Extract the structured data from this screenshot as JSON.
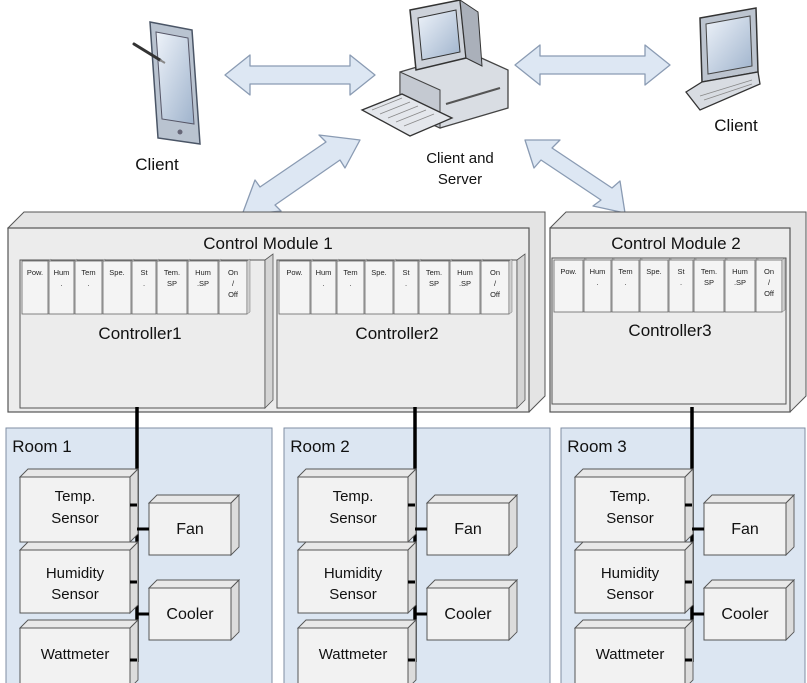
{
  "clients": {
    "tablet_label": "Client",
    "server_label_line1": "Client and",
    "server_label_line2": "Server",
    "laptop_label": "Client"
  },
  "modules": [
    {
      "title": "Control Module 1",
      "controllers": [
        {
          "name": "Controller1",
          "channels": [
            [
              "Pow."
            ],
            [
              "Hum",
              "."
            ],
            [
              "Tem",
              "."
            ],
            [
              "Spe."
            ],
            [
              "St",
              "."
            ],
            [
              "Tem.",
              "SP"
            ],
            [
              "Hum",
              ".SP"
            ],
            [
              "On",
              "/",
              "Off"
            ]
          ]
        },
        {
          "name": "Controller2",
          "channels": [
            [
              "Pow."
            ],
            [
              "Hum",
              "."
            ],
            [
              "Tem",
              "."
            ],
            [
              "Spe."
            ],
            [
              "St",
              "."
            ],
            [
              "Tem.",
              "SP"
            ],
            [
              "Hum",
              ".SP"
            ],
            [
              "On",
              "/",
              "Off"
            ]
          ]
        }
      ]
    },
    {
      "title": "Control Module 2",
      "controllers": [
        {
          "name": "Controller3",
          "channels": [
            [
              "Pow."
            ],
            [
              "Hum",
              "."
            ],
            [
              "Tem",
              "."
            ],
            [
              "Spe."
            ],
            [
              "St",
              "."
            ],
            [
              "Tem.",
              "SP"
            ],
            [
              "Hum",
              ".SP"
            ],
            [
              "On",
              "/",
              "Off"
            ]
          ]
        }
      ]
    }
  ],
  "rooms": [
    {
      "title": "Room 1",
      "temp_line1": "Temp.",
      "temp_line2": "Sensor",
      "hum_line1": "Humidity",
      "hum_line2": "Sensor",
      "watt": "Wattmeter",
      "fan": "Fan",
      "cooler": "Cooler"
    },
    {
      "title": "Room 2",
      "temp_line1": "Temp.",
      "temp_line2": "Sensor",
      "hum_line1": "Humidity",
      "hum_line2": "Sensor",
      "watt": "Wattmeter",
      "fan": "Fan",
      "cooler": "Cooler"
    },
    {
      "title": "Room 3",
      "temp_line1": "Temp.",
      "temp_line2": "Sensor",
      "hum_line1": "Humidity",
      "hum_line2": "Sensor",
      "watt": "Wattmeter",
      "fan": "Fan",
      "cooler": "Cooler"
    }
  ],
  "colors": {
    "room_bg": "#dce6f2",
    "room_border": "#7f8ea3",
    "box_face": "#f2f2f2",
    "box_side": "#dcdcdc",
    "box_top": "#e8e8e8",
    "arrow_fill": "#dde7f3",
    "arrow_stroke": "#8a9bb3",
    "bus": "#000000"
  }
}
